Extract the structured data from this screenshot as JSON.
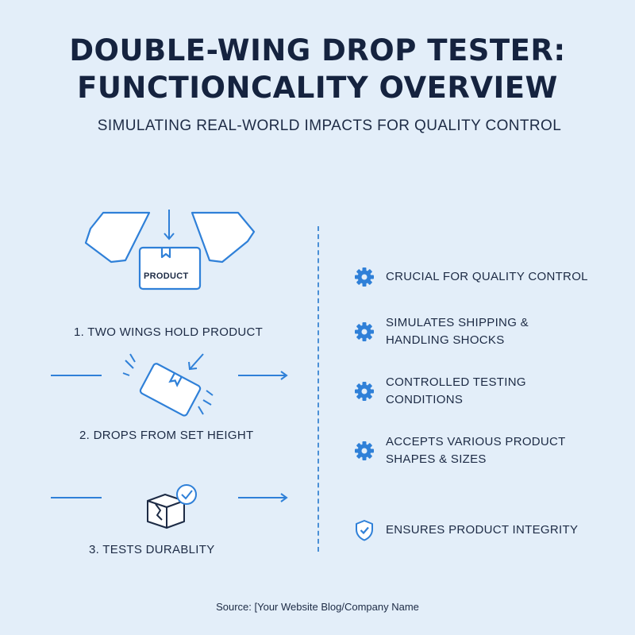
{
  "header": {
    "title_line1": "DOUBLE-WING DROP TESTER:",
    "title_line2": "FUNCTIONCALITY OVERVIEW",
    "subtitle": "SIMULATING REAL-WORLD IMPACTS FOR QUALITY CONTROL"
  },
  "steps": [
    {
      "label": "1. TWO WINGS HOLD PRODUCT",
      "box_text": "PRODUCT"
    },
    {
      "label": "2. DROPS FROM SET HEIGHT"
    },
    {
      "label": "3. TESTS DURABLITY"
    }
  ],
  "features": [
    {
      "icon": "gear-icon",
      "lines": [
        "CRUCIAL FOR QUALITY CONTROL"
      ]
    },
    {
      "icon": "gear-icon",
      "lines": [
        "SIMULATES SHIPPING &",
        "HANDLING SHOCKS"
      ]
    },
    {
      "icon": "gear-icon",
      "lines": [
        "CONTROLLED TESTING",
        "CONDITIONS"
      ]
    },
    {
      "icon": "gear-icon",
      "lines": [
        "ACCEPTS VARIOUS PRODUCT",
        "SHAPES & SIZES"
      ]
    },
    {
      "icon": "shield-check-icon",
      "lines": [
        "ENSURES PRODUCT INTEGRITY"
      ]
    }
  ],
  "footer": {
    "source": "Source: [Your Website Blog/Company Name"
  },
  "colors": {
    "background": "#e3eef9",
    "accent": "#2f80d8",
    "text": "#1d2b45"
  }
}
